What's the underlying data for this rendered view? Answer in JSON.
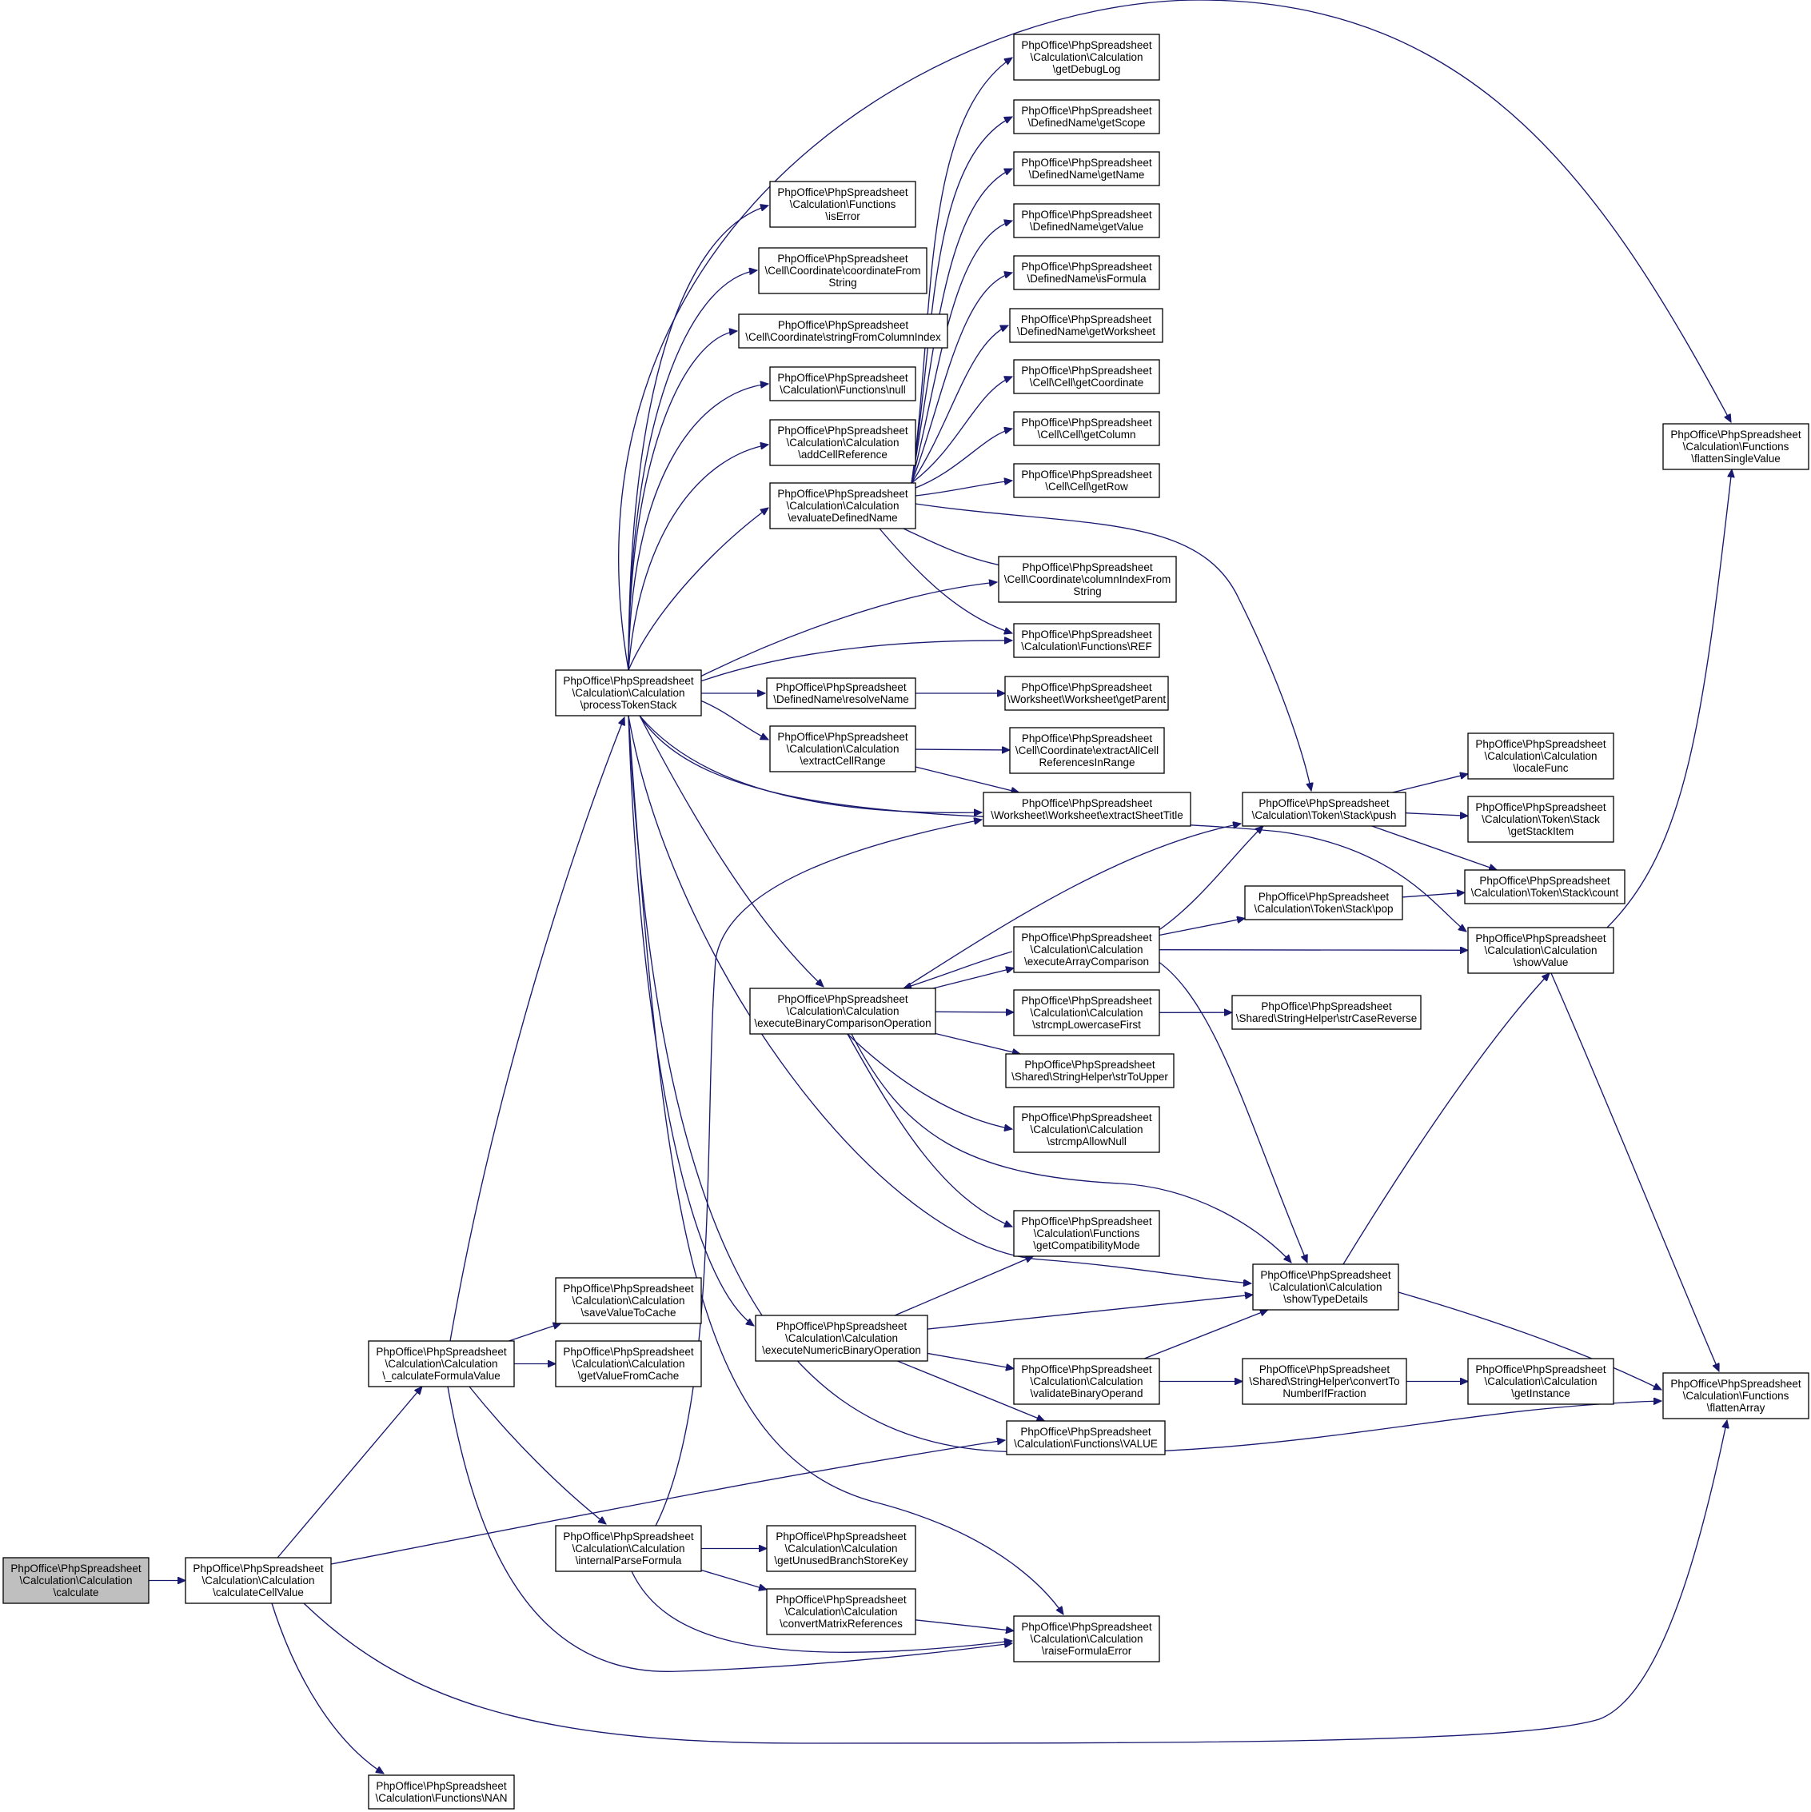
{
  "colors": {
    "edge": "#191970",
    "node_fill": "#ffffff",
    "root_fill": "#bfbfbf",
    "border": "#000000"
  },
  "nodes": [
    {
      "id": "calculate",
      "lines": [
        "PhpOffice\\PhpSpreadsheet",
        "\\Calculation\\Calculation",
        "\\calculate"
      ],
      "root": true
    },
    {
      "id": "calculateCellValue",
      "lines": [
        "PhpOffice\\PhpSpreadsheet",
        "\\Calculation\\Calculation",
        "\\calculateCellValue"
      ]
    },
    {
      "id": "_calculateFormulaValue",
      "lines": [
        "PhpOffice\\PhpSpreadsheet",
        "\\Calculation\\Calculation",
        "\\_calculateFormulaValue"
      ]
    },
    {
      "id": "NAN",
      "lines": [
        "PhpOffice\\PhpSpreadsheet",
        "\\Calculation\\Functions\\NAN"
      ]
    },
    {
      "id": "processTokenStack",
      "lines": [
        "PhpOffice\\PhpSpreadsheet",
        "\\Calculation\\Calculation",
        "\\processTokenStack"
      ]
    },
    {
      "id": "saveValueToCache",
      "lines": [
        "PhpOffice\\PhpSpreadsheet",
        "\\Calculation\\Calculation",
        "\\saveValueToCache"
      ]
    },
    {
      "id": "getValueFromCache",
      "lines": [
        "PhpOffice\\PhpSpreadsheet",
        "\\Calculation\\Calculation",
        "\\getValueFromCache"
      ]
    },
    {
      "id": "internalParseFormula",
      "lines": [
        "PhpOffice\\PhpSpreadsheet",
        "\\Calculation\\Calculation",
        "\\internalParseFormula"
      ]
    },
    {
      "id": "isError",
      "lines": [
        "PhpOffice\\PhpSpreadsheet",
        "\\Calculation\\Functions",
        "\\isError"
      ]
    },
    {
      "id": "coordinateFromString",
      "lines": [
        "PhpOffice\\PhpSpreadsheet",
        "\\Cell\\Coordinate\\coordinateFrom",
        "String"
      ]
    },
    {
      "id": "stringFromColumnIndex",
      "lines": [
        "PhpOffice\\PhpSpreadsheet",
        "\\Cell\\Coordinate\\stringFromColumnIndex"
      ]
    },
    {
      "id": "null",
      "lines": [
        "PhpOffice\\PhpSpreadsheet",
        "\\Calculation\\Functions\\null"
      ]
    },
    {
      "id": "addCellReference",
      "lines": [
        "PhpOffice\\PhpSpreadsheet",
        "\\Calculation\\Calculation",
        "\\addCellReference"
      ]
    },
    {
      "id": "evaluateDefinedName",
      "lines": [
        "PhpOffice\\PhpSpreadsheet",
        "\\Calculation\\Calculation",
        "\\evaluateDefinedName"
      ]
    },
    {
      "id": "resolveName",
      "lines": [
        "PhpOffice\\PhpSpreadsheet",
        "\\DefinedName\\resolveName"
      ]
    },
    {
      "id": "extractCellRange",
      "lines": [
        "PhpOffice\\PhpSpreadsheet",
        "\\Calculation\\Calculation",
        "\\extractCellRange"
      ]
    },
    {
      "id": "executeBinaryComparisonOperation",
      "lines": [
        "PhpOffice\\PhpSpreadsheet",
        "\\Calculation\\Calculation",
        "\\executeBinaryComparisonOperation"
      ]
    },
    {
      "id": "executeNumericBinaryOperation",
      "lines": [
        "PhpOffice\\PhpSpreadsheet",
        "\\Calculation\\Calculation",
        "\\executeNumericBinaryOperation"
      ]
    },
    {
      "id": "getUnusedBranchStoreKey",
      "lines": [
        "PhpOffice\\PhpSpreadsheet",
        "\\Calculation\\Calculation",
        "\\getUnusedBranchStoreKey"
      ]
    },
    {
      "id": "convertMatrixReferences",
      "lines": [
        "PhpOffice\\PhpSpreadsheet",
        "\\Calculation\\Calculation",
        "\\convertMatrixReferences"
      ]
    },
    {
      "id": "getDebugLog",
      "lines": [
        "PhpOffice\\PhpSpreadsheet",
        "\\Calculation\\Calculation",
        "\\getDebugLog"
      ]
    },
    {
      "id": "getScope",
      "lines": [
        "PhpOffice\\PhpSpreadsheet",
        "\\DefinedName\\getScope"
      ]
    },
    {
      "id": "getName",
      "lines": [
        "PhpOffice\\PhpSpreadsheet",
        "\\DefinedName\\getName"
      ]
    },
    {
      "id": "getValue",
      "lines": [
        "PhpOffice\\PhpSpreadsheet",
        "\\DefinedName\\getValue"
      ]
    },
    {
      "id": "isFormula",
      "lines": [
        "PhpOffice\\PhpSpreadsheet",
        "\\DefinedName\\isFormula"
      ]
    },
    {
      "id": "getWorksheet",
      "lines": [
        "PhpOffice\\PhpSpreadsheet",
        "\\DefinedName\\getWorksheet"
      ]
    },
    {
      "id": "getCoordinate",
      "lines": [
        "PhpOffice\\PhpSpreadsheet",
        "\\Cell\\Cell\\getCoordinate"
      ]
    },
    {
      "id": "getColumn",
      "lines": [
        "PhpOffice\\PhpSpreadsheet",
        "\\Cell\\Cell\\getColumn"
      ]
    },
    {
      "id": "getRow",
      "lines": [
        "PhpOffice\\PhpSpreadsheet",
        "\\Cell\\Cell\\getRow"
      ]
    },
    {
      "id": "columnIndexFromString",
      "lines": [
        "PhpOffice\\PhpSpreadsheet",
        "\\Cell\\Coordinate\\columnIndexFrom",
        "String"
      ]
    },
    {
      "id": "REF",
      "lines": [
        "PhpOffice\\PhpSpreadsheet",
        "\\Calculation\\Functions\\REF"
      ]
    },
    {
      "id": "getParent",
      "lines": [
        "PhpOffice\\PhpSpreadsheet",
        "\\Worksheet\\Worksheet\\getParent"
      ]
    },
    {
      "id": "extractAllCellReferencesInRange",
      "lines": [
        "PhpOffice\\PhpSpreadsheet",
        "\\Cell\\Coordinate\\extractAllCell",
        "ReferencesInRange"
      ]
    },
    {
      "id": "extractSheetTitle",
      "lines": [
        "PhpOffice\\PhpSpreadsheet",
        "\\Worksheet\\Worksheet\\extractSheetTitle"
      ]
    },
    {
      "id": "executeArrayComparison",
      "lines": [
        "PhpOffice\\PhpSpreadsheet",
        "\\Calculation\\Calculation",
        "\\executeArrayComparison"
      ]
    },
    {
      "id": "strcmpLowercaseFirst",
      "lines": [
        "PhpOffice\\PhpSpreadsheet",
        "\\Calculation\\Calculation",
        "\\strcmpLowercaseFirst"
      ]
    },
    {
      "id": "strToUpper",
      "lines": [
        "PhpOffice\\PhpSpreadsheet",
        "\\Shared\\StringHelper\\strToUpper"
      ]
    },
    {
      "id": "strcmpAllowNull",
      "lines": [
        "PhpOffice\\PhpSpreadsheet",
        "\\Calculation\\Calculation",
        "\\strcmpAllowNull"
      ]
    },
    {
      "id": "getCompatibilityMode",
      "lines": [
        "PhpOffice\\PhpSpreadsheet",
        "\\Calculation\\Functions",
        "\\getCompatibilityMode"
      ]
    },
    {
      "id": "validateBinaryOperand",
      "lines": [
        "PhpOffice\\PhpSpreadsheet",
        "\\Calculation\\Calculation",
        "\\validateBinaryOperand"
      ]
    },
    {
      "id": "VALUE",
      "lines": [
        "PhpOffice\\PhpSpreadsheet",
        "\\Calculation\\Functions\\VALUE"
      ]
    },
    {
      "id": "raiseFormulaError",
      "lines": [
        "PhpOffice\\PhpSpreadsheet",
        "\\Calculation\\Calculation",
        "\\raiseFormulaError"
      ]
    },
    {
      "id": "push",
      "lines": [
        "PhpOffice\\PhpSpreadsheet",
        "\\Calculation\\Token\\Stack\\push"
      ]
    },
    {
      "id": "pop",
      "lines": [
        "PhpOffice\\PhpSpreadsheet",
        "\\Calculation\\Token\\Stack\\pop"
      ]
    },
    {
      "id": "strCaseReverse",
      "lines": [
        "PhpOffice\\PhpSpreadsheet",
        "\\Shared\\StringHelper\\strCaseReverse"
      ]
    },
    {
      "id": "showTypeDetails",
      "lines": [
        "PhpOffice\\PhpSpreadsheet",
        "\\Calculation\\Calculation",
        "\\showTypeDetails"
      ]
    },
    {
      "id": "convertToNumberIfFraction",
      "lines": [
        "PhpOffice\\PhpSpreadsheet",
        "\\Shared\\StringHelper\\convertTo",
        "NumberIfFraction"
      ]
    },
    {
      "id": "localeFunc",
      "lines": [
        "PhpOffice\\PhpSpreadsheet",
        "\\Calculation\\Calculation",
        "\\localeFunc"
      ]
    },
    {
      "id": "getStackItem",
      "lines": [
        "PhpOffice\\PhpSpreadsheet",
        "\\Calculation\\Token\\Stack",
        "\\getStackItem"
      ]
    },
    {
      "id": "count",
      "lines": [
        "PhpOffice\\PhpSpreadsheet",
        "\\Calculation\\Token\\Stack\\count"
      ]
    },
    {
      "id": "showValue",
      "lines": [
        "PhpOffice\\PhpSpreadsheet",
        "\\Calculation\\Calculation",
        "\\showValue"
      ]
    },
    {
      "id": "getInstance",
      "lines": [
        "PhpOffice\\PhpSpreadsheet",
        "\\Calculation\\Calculation",
        "\\getInstance"
      ]
    },
    {
      "id": "flattenSingleValue",
      "lines": [
        "PhpOffice\\PhpSpreadsheet",
        "\\Calculation\\Functions",
        "\\flattenSingleValue"
      ]
    },
    {
      "id": "flattenArray",
      "lines": [
        "PhpOffice\\PhpSpreadsheet",
        "\\Calculation\\Functions",
        "\\flattenArray"
      ]
    }
  ],
  "edges": [
    [
      "calculate",
      "calculateCellValue"
    ],
    [
      "calculateCellValue",
      "_calculateFormulaValue"
    ],
    [
      "calculateCellValue",
      "NAN"
    ],
    [
      "calculateCellValue",
      "VALUE"
    ],
    [
      "calculateCellValue",
      "flattenArray"
    ],
    [
      "_calculateFormulaValue",
      "processTokenStack"
    ],
    [
      "_calculateFormulaValue",
      "saveValueToCache"
    ],
    [
      "_calculateFormulaValue",
      "getValueFromCache"
    ],
    [
      "_calculateFormulaValue",
      "internalParseFormula"
    ],
    [
      "_calculateFormulaValue",
      "raiseFormulaError"
    ],
    [
      "internalParseFormula",
      "getUnusedBranchStoreKey"
    ],
    [
      "internalParseFormula",
      "convertMatrixReferences"
    ],
    [
      "internalParseFormula",
      "raiseFormulaError"
    ],
    [
      "internalParseFormula",
      "extractSheetTitle"
    ],
    [
      "convertMatrixReferences",
      "raiseFormulaError"
    ],
    [
      "processTokenStack",
      "isError"
    ],
    [
      "processTokenStack",
      "coordinateFromString"
    ],
    [
      "processTokenStack",
      "stringFromColumnIndex"
    ],
    [
      "processTokenStack",
      "null"
    ],
    [
      "processTokenStack",
      "addCellReference"
    ],
    [
      "processTokenStack",
      "evaluateDefinedName"
    ],
    [
      "processTokenStack",
      "columnIndexFromString"
    ],
    [
      "processTokenStack",
      "REF"
    ],
    [
      "processTokenStack",
      "resolveName"
    ],
    [
      "processTokenStack",
      "extractCellRange"
    ],
    [
      "processTokenStack",
      "extractSheetTitle"
    ],
    [
      "processTokenStack",
      "showValue"
    ],
    [
      "processTokenStack",
      "executeBinaryComparisonOperation"
    ],
    [
      "processTokenStack",
      "showTypeDetails"
    ],
    [
      "processTokenStack",
      "executeNumericBinaryOperation"
    ],
    [
      "processTokenStack",
      "flattenArray"
    ],
    [
      "processTokenStack",
      "raiseFormulaError"
    ],
    [
      "processTokenStack",
      "flattenSingleValue"
    ],
    [
      "evaluateDefinedName",
      "getDebugLog"
    ],
    [
      "evaluateDefinedName",
      "getScope"
    ],
    [
      "evaluateDefinedName",
      "getName"
    ],
    [
      "evaluateDefinedName",
      "getValue"
    ],
    [
      "evaluateDefinedName",
      "isFormula"
    ],
    [
      "evaluateDefinedName",
      "getWorksheet"
    ],
    [
      "evaluateDefinedName",
      "getCoordinate"
    ],
    [
      "evaluateDefinedName",
      "getColumn"
    ],
    [
      "evaluateDefinedName",
      "getRow"
    ],
    [
      "evaluateDefinedName",
      "columnIndexFromString"
    ],
    [
      "evaluateDefinedName",
      "REF"
    ],
    [
      "evaluateDefinedName",
      "push"
    ],
    [
      "resolveName",
      "getParent"
    ],
    [
      "extractCellRange",
      "extractAllCellReferencesInRange"
    ],
    [
      "extractCellRange",
      "extractSheetTitle"
    ],
    [
      "executeBinaryComparisonOperation",
      "executeArrayComparison"
    ],
    [
      "executeBinaryComparisonOperation",
      "strcmpLowercaseFirst"
    ],
    [
      "executeBinaryComparisonOperation",
      "strToUpper"
    ],
    [
      "executeBinaryComparisonOperation",
      "strcmpAllowNull"
    ],
    [
      "executeBinaryComparisonOperation",
      "getCompatibilityMode"
    ],
    [
      "executeBinaryComparisonOperation",
      "push"
    ],
    [
      "executeBinaryComparisonOperation",
      "showTypeDetails"
    ],
    [
      "executeArrayComparison",
      "executeBinaryComparisonOperation"
    ],
    [
      "executeArrayComparison",
      "push"
    ],
    [
      "executeArrayComparison",
      "pop"
    ],
    [
      "executeArrayComparison",
      "showValue"
    ],
    [
      "executeArrayComparison",
      "showTypeDetails"
    ],
    [
      "strcmpLowercaseFirst",
      "strCaseReverse"
    ],
    [
      "executeNumericBinaryOperation",
      "getCompatibilityMode"
    ],
    [
      "executeNumericBinaryOperation",
      "showTypeDetails"
    ],
    [
      "executeNumericBinaryOperation",
      "validateBinaryOperand"
    ],
    [
      "executeNumericBinaryOperation",
      "VALUE"
    ],
    [
      "validateBinaryOperand",
      "showTypeDetails"
    ],
    [
      "validateBinaryOperand",
      "convertToNumberIfFraction"
    ],
    [
      "convertToNumberIfFraction",
      "getInstance"
    ],
    [
      "push",
      "localeFunc"
    ],
    [
      "push",
      "getStackItem"
    ],
    [
      "push",
      "count"
    ],
    [
      "pop",
      "count"
    ],
    [
      "showTypeDetails",
      "showValue"
    ],
    [
      "showTypeDetails",
      "flattenArray"
    ],
    [
      "showValue",
      "flattenSingleValue"
    ],
    [
      "showValue",
      "flattenArray"
    ]
  ]
}
